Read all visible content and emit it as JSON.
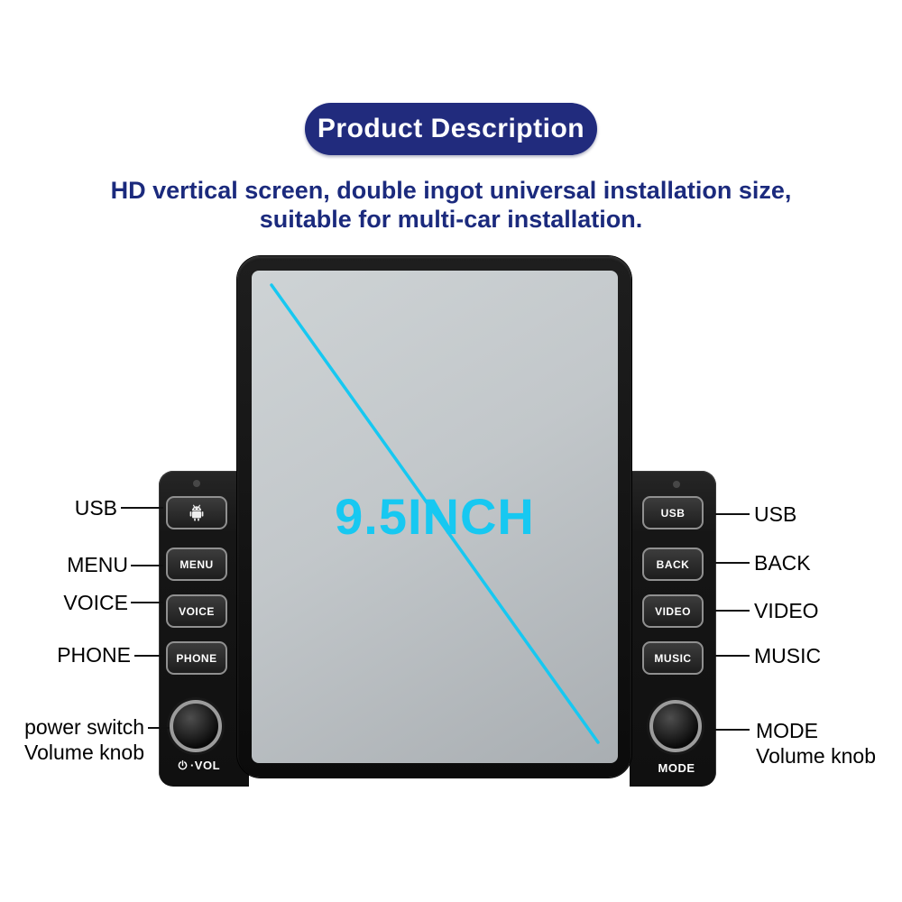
{
  "header": {
    "badge_label": "Product Description",
    "subtitle_line1": "HD vertical screen, double ingot universal installation size,",
    "subtitle_line2": "suitable for multi-car installation."
  },
  "device": {
    "screen_size_label": "9.5INCH",
    "left_panel": {
      "buttons": [
        {
          "icon": "android-icon",
          "label": ""
        },
        {
          "label": "MENU"
        },
        {
          "label": "VOICE"
        },
        {
          "label": "PHONE"
        }
      ],
      "knob_icon": "power-icon",
      "knob_label": "·VOL"
    },
    "right_panel": {
      "buttons": [
        {
          "label": "USB"
        },
        {
          "label": "BACK"
        },
        {
          "label": "VIDEO"
        },
        {
          "label": "MUSIC"
        }
      ],
      "knob_label": "MODE"
    }
  },
  "callouts": {
    "left": [
      {
        "label": "USB"
      },
      {
        "label": "MENU"
      },
      {
        "label": "VOICE"
      },
      {
        "label": "PHONE"
      }
    ],
    "left_knob": {
      "line1": "power switch",
      "line2": "Volume knob"
    },
    "right": [
      {
        "label": "USB"
      },
      {
        "label": "BACK"
      },
      {
        "label": "VIDEO"
      },
      {
        "label": "MUSIC"
      }
    ],
    "right_knob": {
      "line1": "MODE",
      "line2": "Volume knob"
    }
  },
  "colors": {
    "badge_blue": "#212b7d",
    "subtitle_blue": "#1b2a7d",
    "accent_cyan": "#17c8f1",
    "device_black": "#141414"
  }
}
